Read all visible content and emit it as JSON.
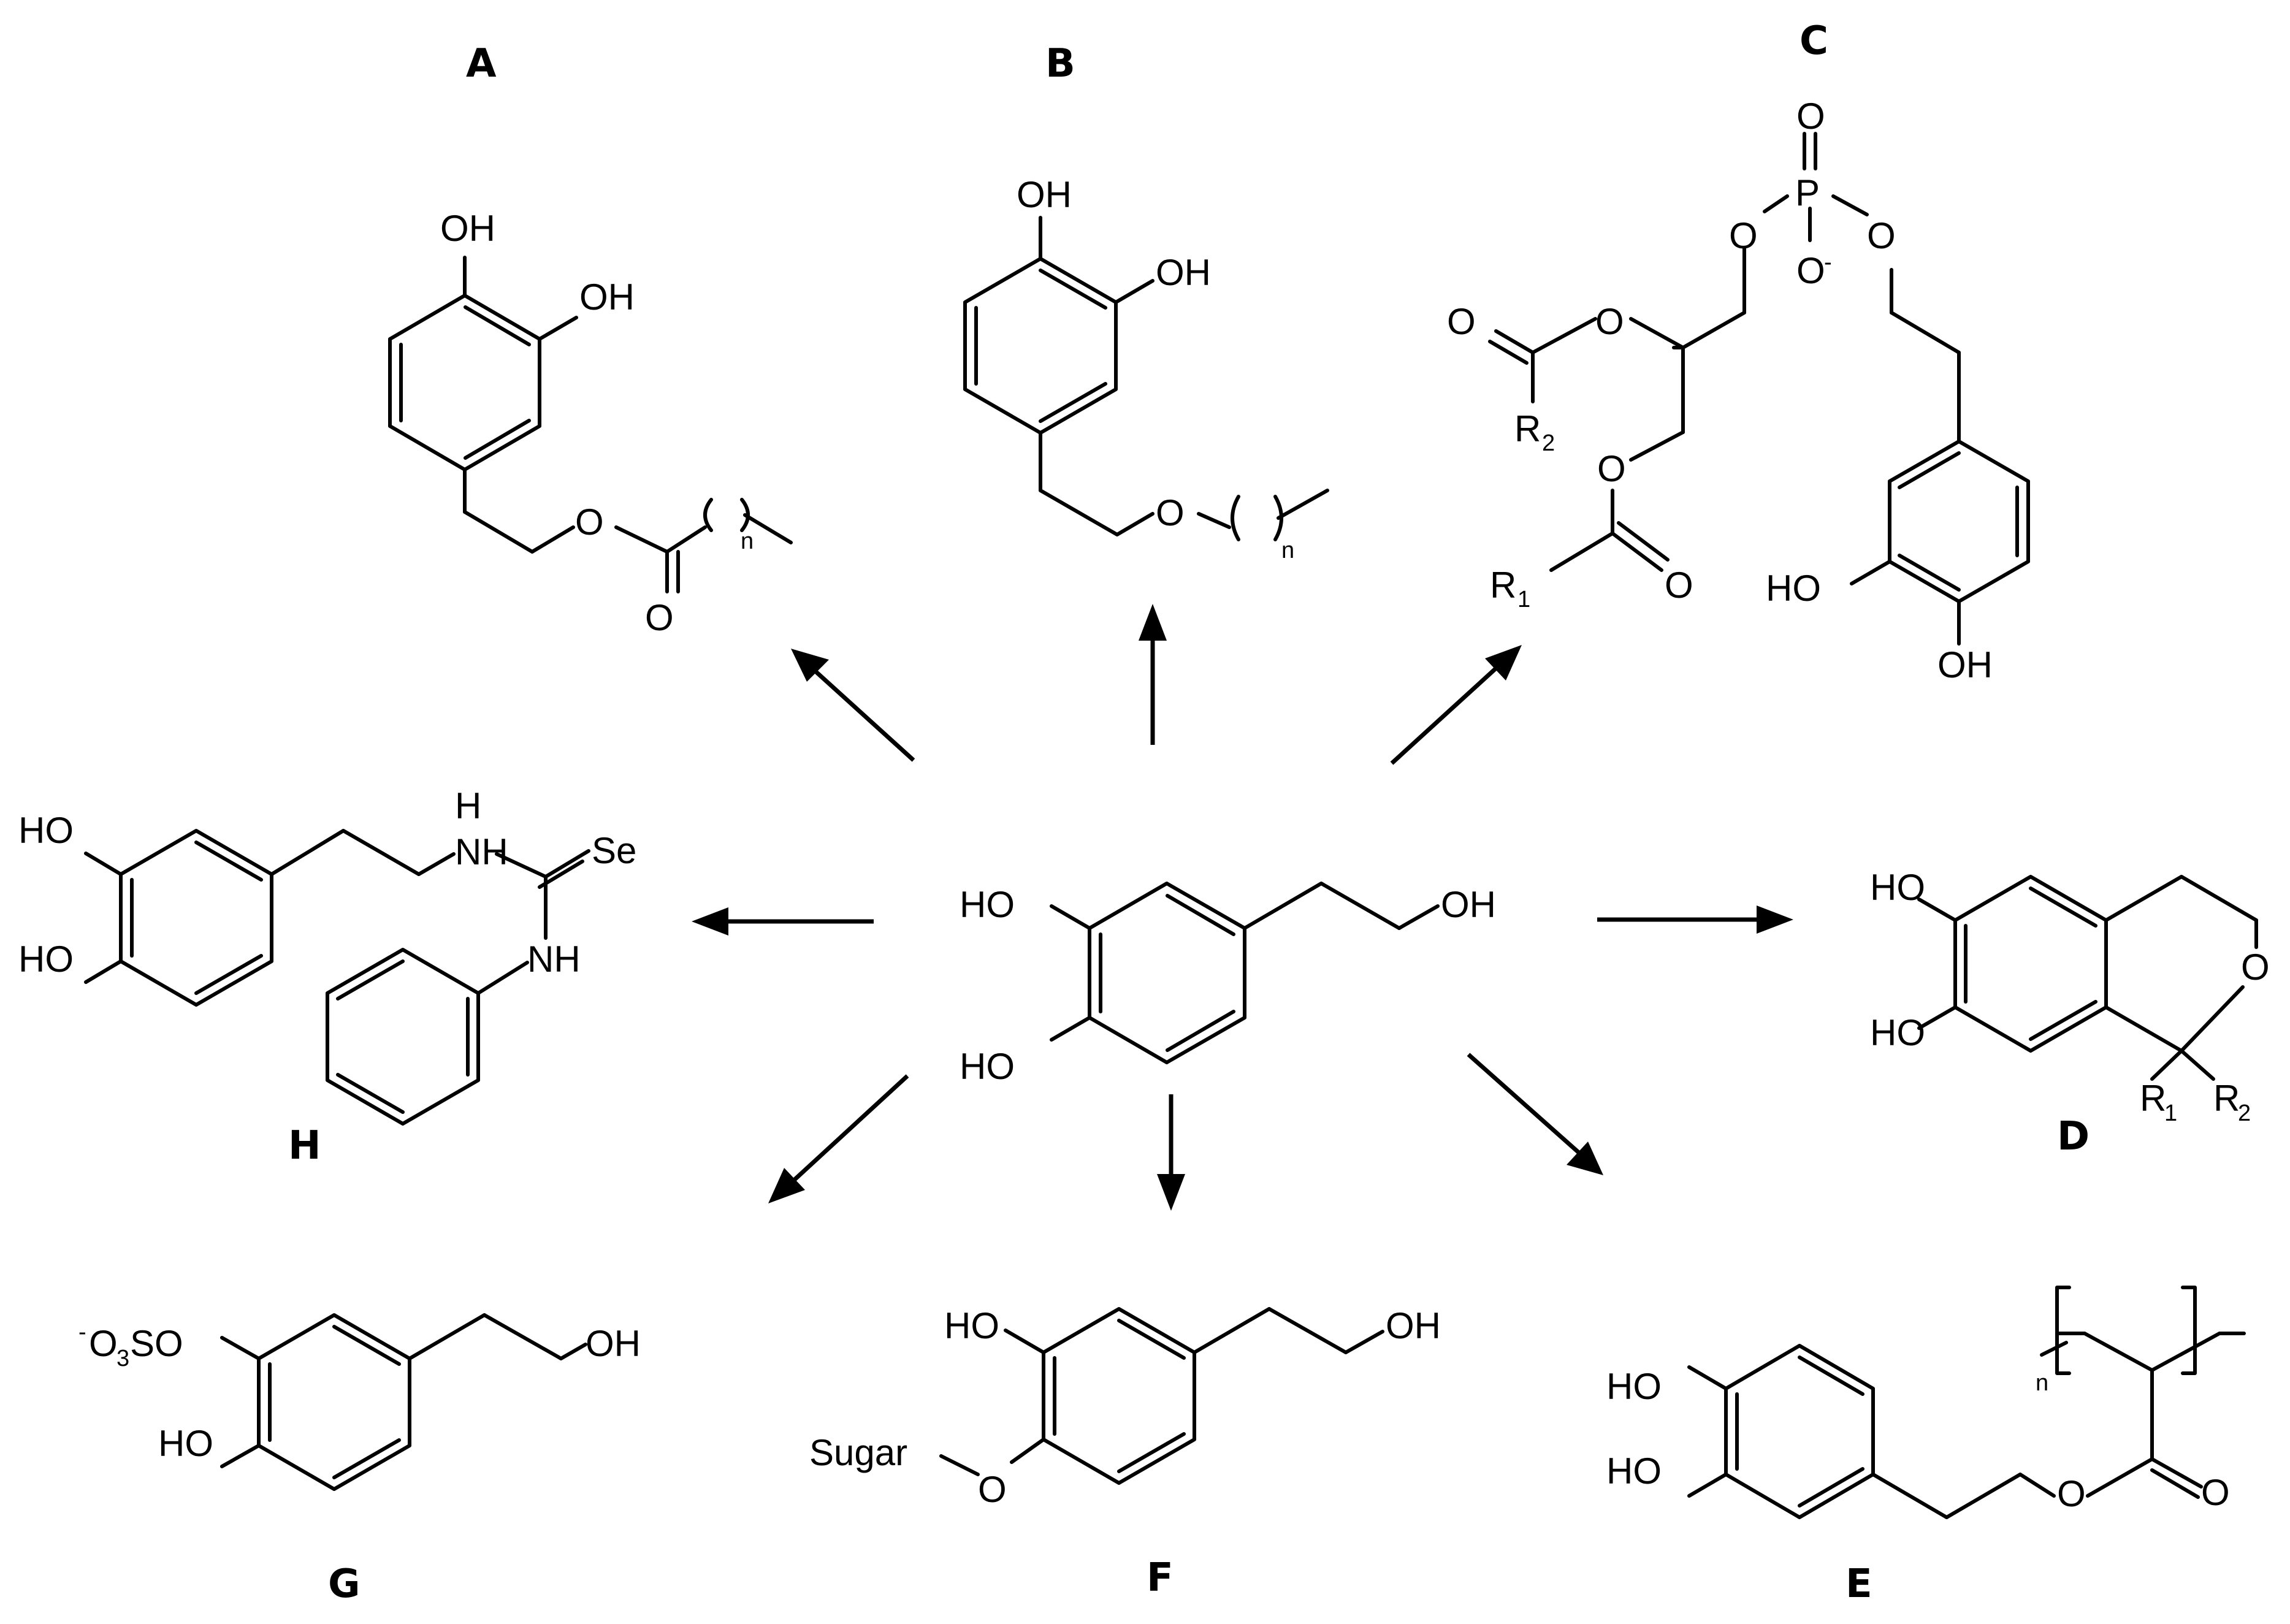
{
  "labels": {
    "A": "A",
    "B": "B",
    "C": "C",
    "D": "D",
    "E": "E",
    "F": "F",
    "G": "G",
    "H": "H"
  },
  "atoms": {
    "OH": "OH",
    "HO": "HO",
    "O": "O",
    "P": "P",
    "n": "n",
    "R": "R",
    "one": "1",
    "two": "2",
    "three": "3",
    "minus": "-",
    "H": "H",
    "NH": "NH",
    "Se": "Se",
    "SO": "SO",
    "Sugar": "Sugar"
  },
  "arrows": [
    {
      "target": "A"
    },
    {
      "target": "B"
    },
    {
      "target": "C"
    },
    {
      "target": "D"
    },
    {
      "target": "E"
    },
    {
      "target": "F"
    },
    {
      "target": "G"
    },
    {
      "target": "H"
    }
  ]
}
